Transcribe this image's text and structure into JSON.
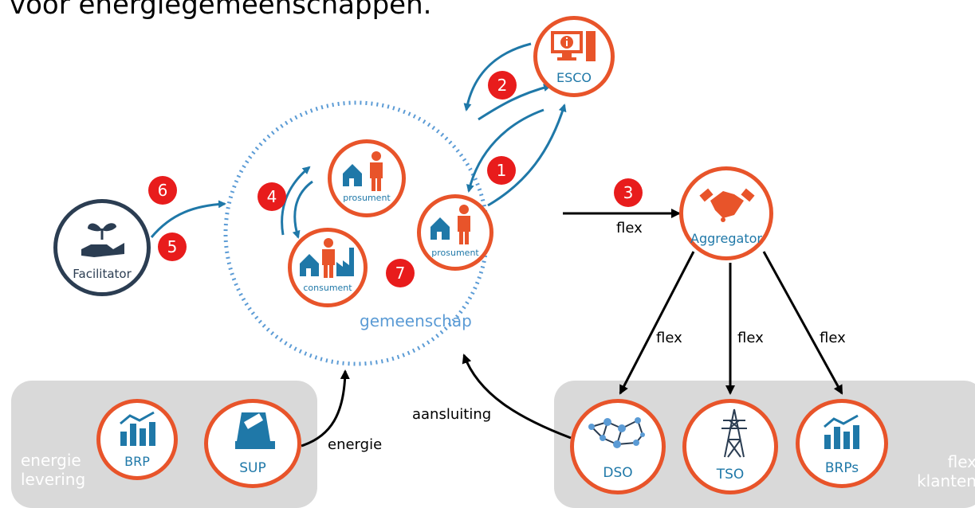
{
  "title": "voor energiegemeenschappen.",
  "community": {
    "label": "gemeenschap"
  },
  "nodes": {
    "esco": "ESCO",
    "aggregator": "Aggregator",
    "facilitator": "Facilitator",
    "prosument_1": "prosument",
    "prosument_2": "prosument",
    "consument": "consument",
    "brp": "BRP",
    "sup": "SUP",
    "dso": "DSO",
    "tso": "TSO",
    "brps": "BRPs"
  },
  "panels": {
    "left": "energie levering",
    "right": "flex klanten"
  },
  "edges": {
    "flex_community_aggregator": "flex",
    "flex_dso": "flex",
    "flex_tso": "flex",
    "flex_brps": "flex",
    "aansluiting": "aansluiting",
    "energie": "energie"
  },
  "markers": [
    "1",
    "2",
    "3",
    "4",
    "5",
    "6",
    "7"
  ],
  "colors": {
    "orange": "#e8542a",
    "teal": "#1f78a8",
    "navy": "#2b3d52",
    "red": "#e81c1c",
    "panel": "#d9d9d9",
    "community": "#5b9bd5"
  }
}
